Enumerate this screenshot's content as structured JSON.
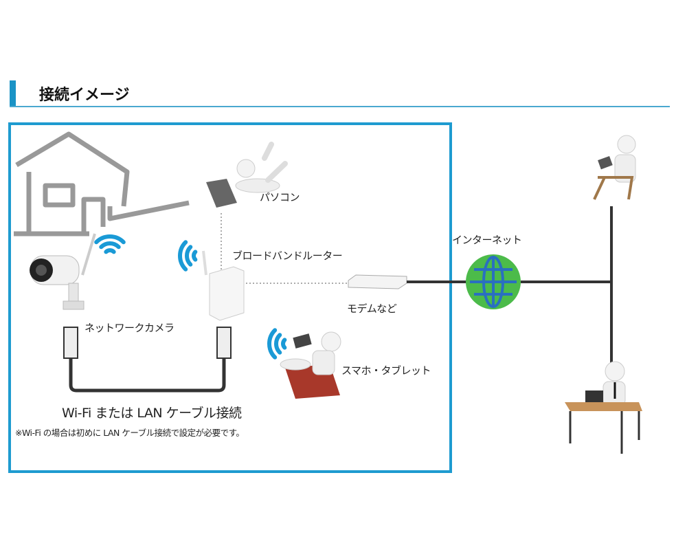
{
  "header": {
    "title": "接続イメージ"
  },
  "labels": {
    "pc": "パソコン",
    "router": "ブロードバンドルーター",
    "modem": "モデムなど",
    "internet": "インターネット",
    "camera": "ネットワークカメラ",
    "smartphone": "スマホ・タブレット",
    "connection": "Wi-Fi または LAN ケーブル接続",
    "note": "※Wi-Fi の場合は初めに LAN ケーブル接続で設定が必要です。"
  },
  "colors": {
    "accent": "#1e9bd0",
    "globe": "#4cbb4a",
    "globe_grid": "#2a6fc0",
    "wifi": "#1a9ad6"
  }
}
